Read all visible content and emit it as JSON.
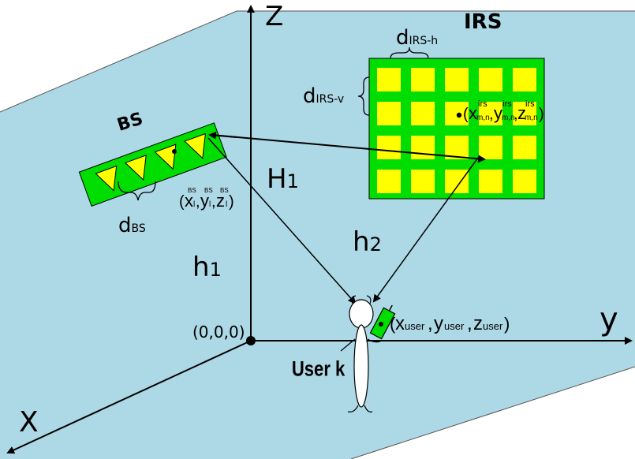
{
  "axes": {
    "z": "Z",
    "y": "y",
    "x": "X",
    "origin": "(0,0,0)"
  },
  "irs": {
    "title": "IRS",
    "d_h": "d",
    "d_h_sub": "IRS-h",
    "d_v": "d",
    "d_v_sub": "IRS-v",
    "coord_x": "x",
    "coord_x_sup": "irs",
    "coord_x_sub": "m,n",
    "coord_y": "y",
    "coord_y_sup": "irs",
    "coord_y_sub": "m,n",
    "coord_z": "z",
    "coord_z_sup": "irs",
    "coord_z_sub": "m,n",
    "rows": 4,
    "cols": 5
  },
  "bs": {
    "title": "BS",
    "d": "d",
    "d_sub": "BS",
    "coord_x": "x",
    "coord_y": "y",
    "coord_z": "z",
    "coord_sup": "BS",
    "coord_sub": "l",
    "antennas": 4
  },
  "channels": {
    "H": "H",
    "H_sub": "1",
    "h2": "h",
    "h2_sub": "2",
    "h1": "h",
    "h1_sub": "1"
  },
  "user": {
    "label": "User k",
    "coord_x": "x",
    "coord_x_sub": "user",
    "coord_y": "y",
    "coord_y_sub": "user",
    "coord_z": "z",
    "coord_z_sub": "user"
  },
  "colors": {
    "wall": "#add8e6",
    "panel": "#00dd00",
    "element": "#ffff00",
    "antenna": "#ffff00"
  }
}
